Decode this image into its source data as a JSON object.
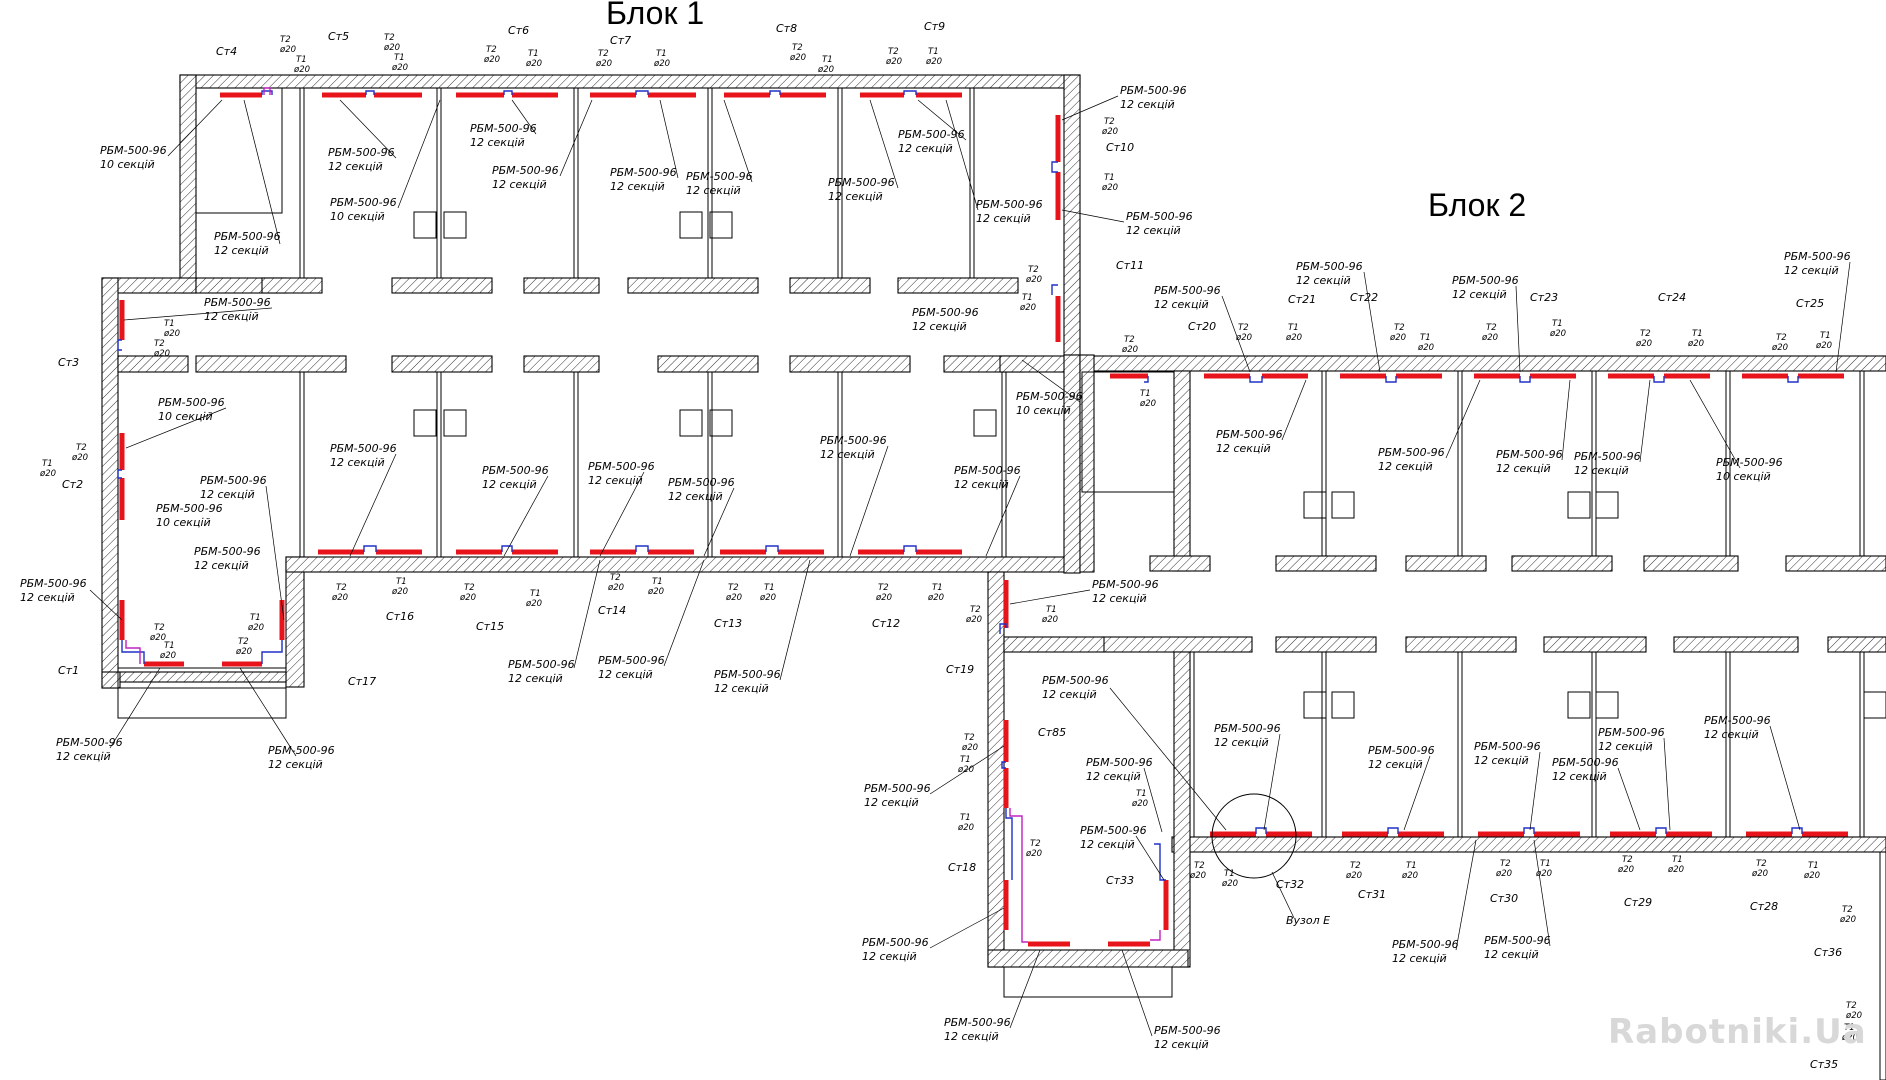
{
  "blocks": {
    "b1": "Блок 1",
    "b2": "Блок 2"
  },
  "colors": {
    "radiator": "#e8141c",
    "pipe_supply": "#2030c8",
    "pipe_return": "#c020c0",
    "wall": "#000000"
  },
  "node_label": "Вузол Е",
  "watermark": "Rabotniki.Ua",
  "risers": [
    "Ст1",
    "Ст2",
    "Ст3",
    "Ст4",
    "Ст5",
    "Ст6",
    "Ст7",
    "Ст8",
    "Ст9",
    "Ст10",
    "Ст11",
    "Ст12",
    "Ст13",
    "Ст14",
    "Ст15",
    "Ст16",
    "Ст17",
    "Ст18",
    "Ст19",
    "Ст20",
    "Ст21",
    "Ст22",
    "Ст23",
    "Ст24",
    "Ст25",
    "Ст28",
    "Ст29",
    "Ст30",
    "Ст31",
    "Ст32",
    "Ст33",
    "Ст35",
    "Ст36",
    "Ст85"
  ],
  "pipe_tags": {
    "t1": "Т1",
    "t2": "Т2",
    "d20": "ø20"
  },
  "radiators": {
    "model": "РБМ-500-96",
    "s10": "10 секцій",
    "s12": "12 секцій"
  },
  "labels": {
    "r01": "РБМ-500-96",
    "r01s": "10 секцій",
    "r02": "РБМ-500-96",
    "r02s": "12 секцій",
    "r03": "РБМ-500-96",
    "r03s": "12 секцій",
    "r04": "РБМ-500-96",
    "r04s": "12 секцій",
    "r05": "РБМ-500-96",
    "r05s": "12 секцій",
    "r06": "РБМ-500-96",
    "r06s": "12 секцій",
    "r07": "РБМ-500-96",
    "r07s": "12 секцій",
    "r08": "РБМ-500-96",
    "r08s": "12 секцій",
    "r09": "РБМ-500-96",
    "r09s": "12 секцій",
    "r10": "РБМ-500-96",
    "r10s": "12 секцій",
    "r11": "РБМ-500-96",
    "r11s": "12 секцій",
    "r12": "РБМ-500-96",
    "r12s": "12 секцій",
    "r13": "РБМ-500-96",
    "r13s": "12 секцій",
    "r14": "РБМ-500-96",
    "r14s": "10 секцій",
    "r15": "РБМ-500-96",
    "r15s": "10 секцій",
    "r16": "РБМ-500-96",
    "r16s": "12 секцій",
    "r17": "РБМ-500-96",
    "r17s": "12 секцій",
    "r18": "РБМ-500-96",
    "r18s": "12 секцій",
    "r19": "РБМ-500-96",
    "r19s": "12 секцій",
    "r20": "РБМ-500-96",
    "r20s": "12 секцій",
    "r21": "РБМ-500-96",
    "r21s": "12 секцій",
    "r22": "РБМ-500-96",
    "r22s": "12 секцій",
    "r23": "РБМ-500-96",
    "r23s": "12 секцій",
    "r24": "РБМ-500-96",
    "r24s": "12 секцій",
    "r25": "РБМ-500-96",
    "r25s": "12 секцій",
    "r26": "РБМ-500-96",
    "r26s": "12 секцій",
    "r27": "РБМ-500-96",
    "r27s": "12 секцій",
    "r28": "РБМ-500-96",
    "r28s": "12 секцій",
    "r29": "РБМ-500-96",
    "r29s": "12 секцій",
    "r30": "РБМ-500-96",
    "r30s": "12 секцій",
    "r31": "РБМ-500-96",
    "r31s": "10 секцій",
    "r32": "РБМ-500-96",
    "r32s": "12 секцій",
    "r33": "РБМ-500-96",
    "r33s": "12 секцій",
    "r34": "РБМ-500-96",
    "r34s": "12 секцій",
    "r35": "РБМ-500-96",
    "r35s": "12 секцій",
    "r36": "РБМ-500-96",
    "r36s": "12 секцій",
    "r37": "РБМ-500-96",
    "r37s": "12 секцій",
    "r38": "РБМ-500-96",
    "r38s": "12 секцій",
    "r39": "РБМ-500-96",
    "r39s": "10 секцій",
    "r40": "РБМ-500-96",
    "r40s": "12 секцій",
    "r41": "РБМ-500-96",
    "r41s": "12 секцій",
    "r42": "РБМ-500-96",
    "r42s": "10 секцій",
    "r43": "РБМ-500-96",
    "r43s": "12 секцій",
    "r44": "РБМ-500-96",
    "r44s": "12 секцій",
    "r45": "РБМ-500-96",
    "r45s": "12 секцій",
    "r46": "РБМ-500-96",
    "r46s": "12 секцій",
    "r47": "РБМ-500-96",
    "r47s": "12 секцій",
    "r48": "РБМ-500-96",
    "r48s": "12 секцій",
    "r49": "РБМ-500-96",
    "r49s": "12 секцій",
    "r50": "РБМ-500-96",
    "r50s": "12 секцій",
    "r51": "РБМ-500-96",
    "r51s": "12 секцій",
    "r52": "РБМ-500-96",
    "r52s": "12 секцій",
    "r53": "РБМ-500-96",
    "r53s": "12 секцій",
    "r54": "РБМ-500-96",
    "r54s": "12 секцій",
    "r55": "РБМ-500-96",
    "r55s": "12 секцій",
    "r56": "РБМ-500-96",
    "r56s": "12 секцій",
    "r57": "РБМ-500-96",
    "r57s": "12 секцій"
  }
}
